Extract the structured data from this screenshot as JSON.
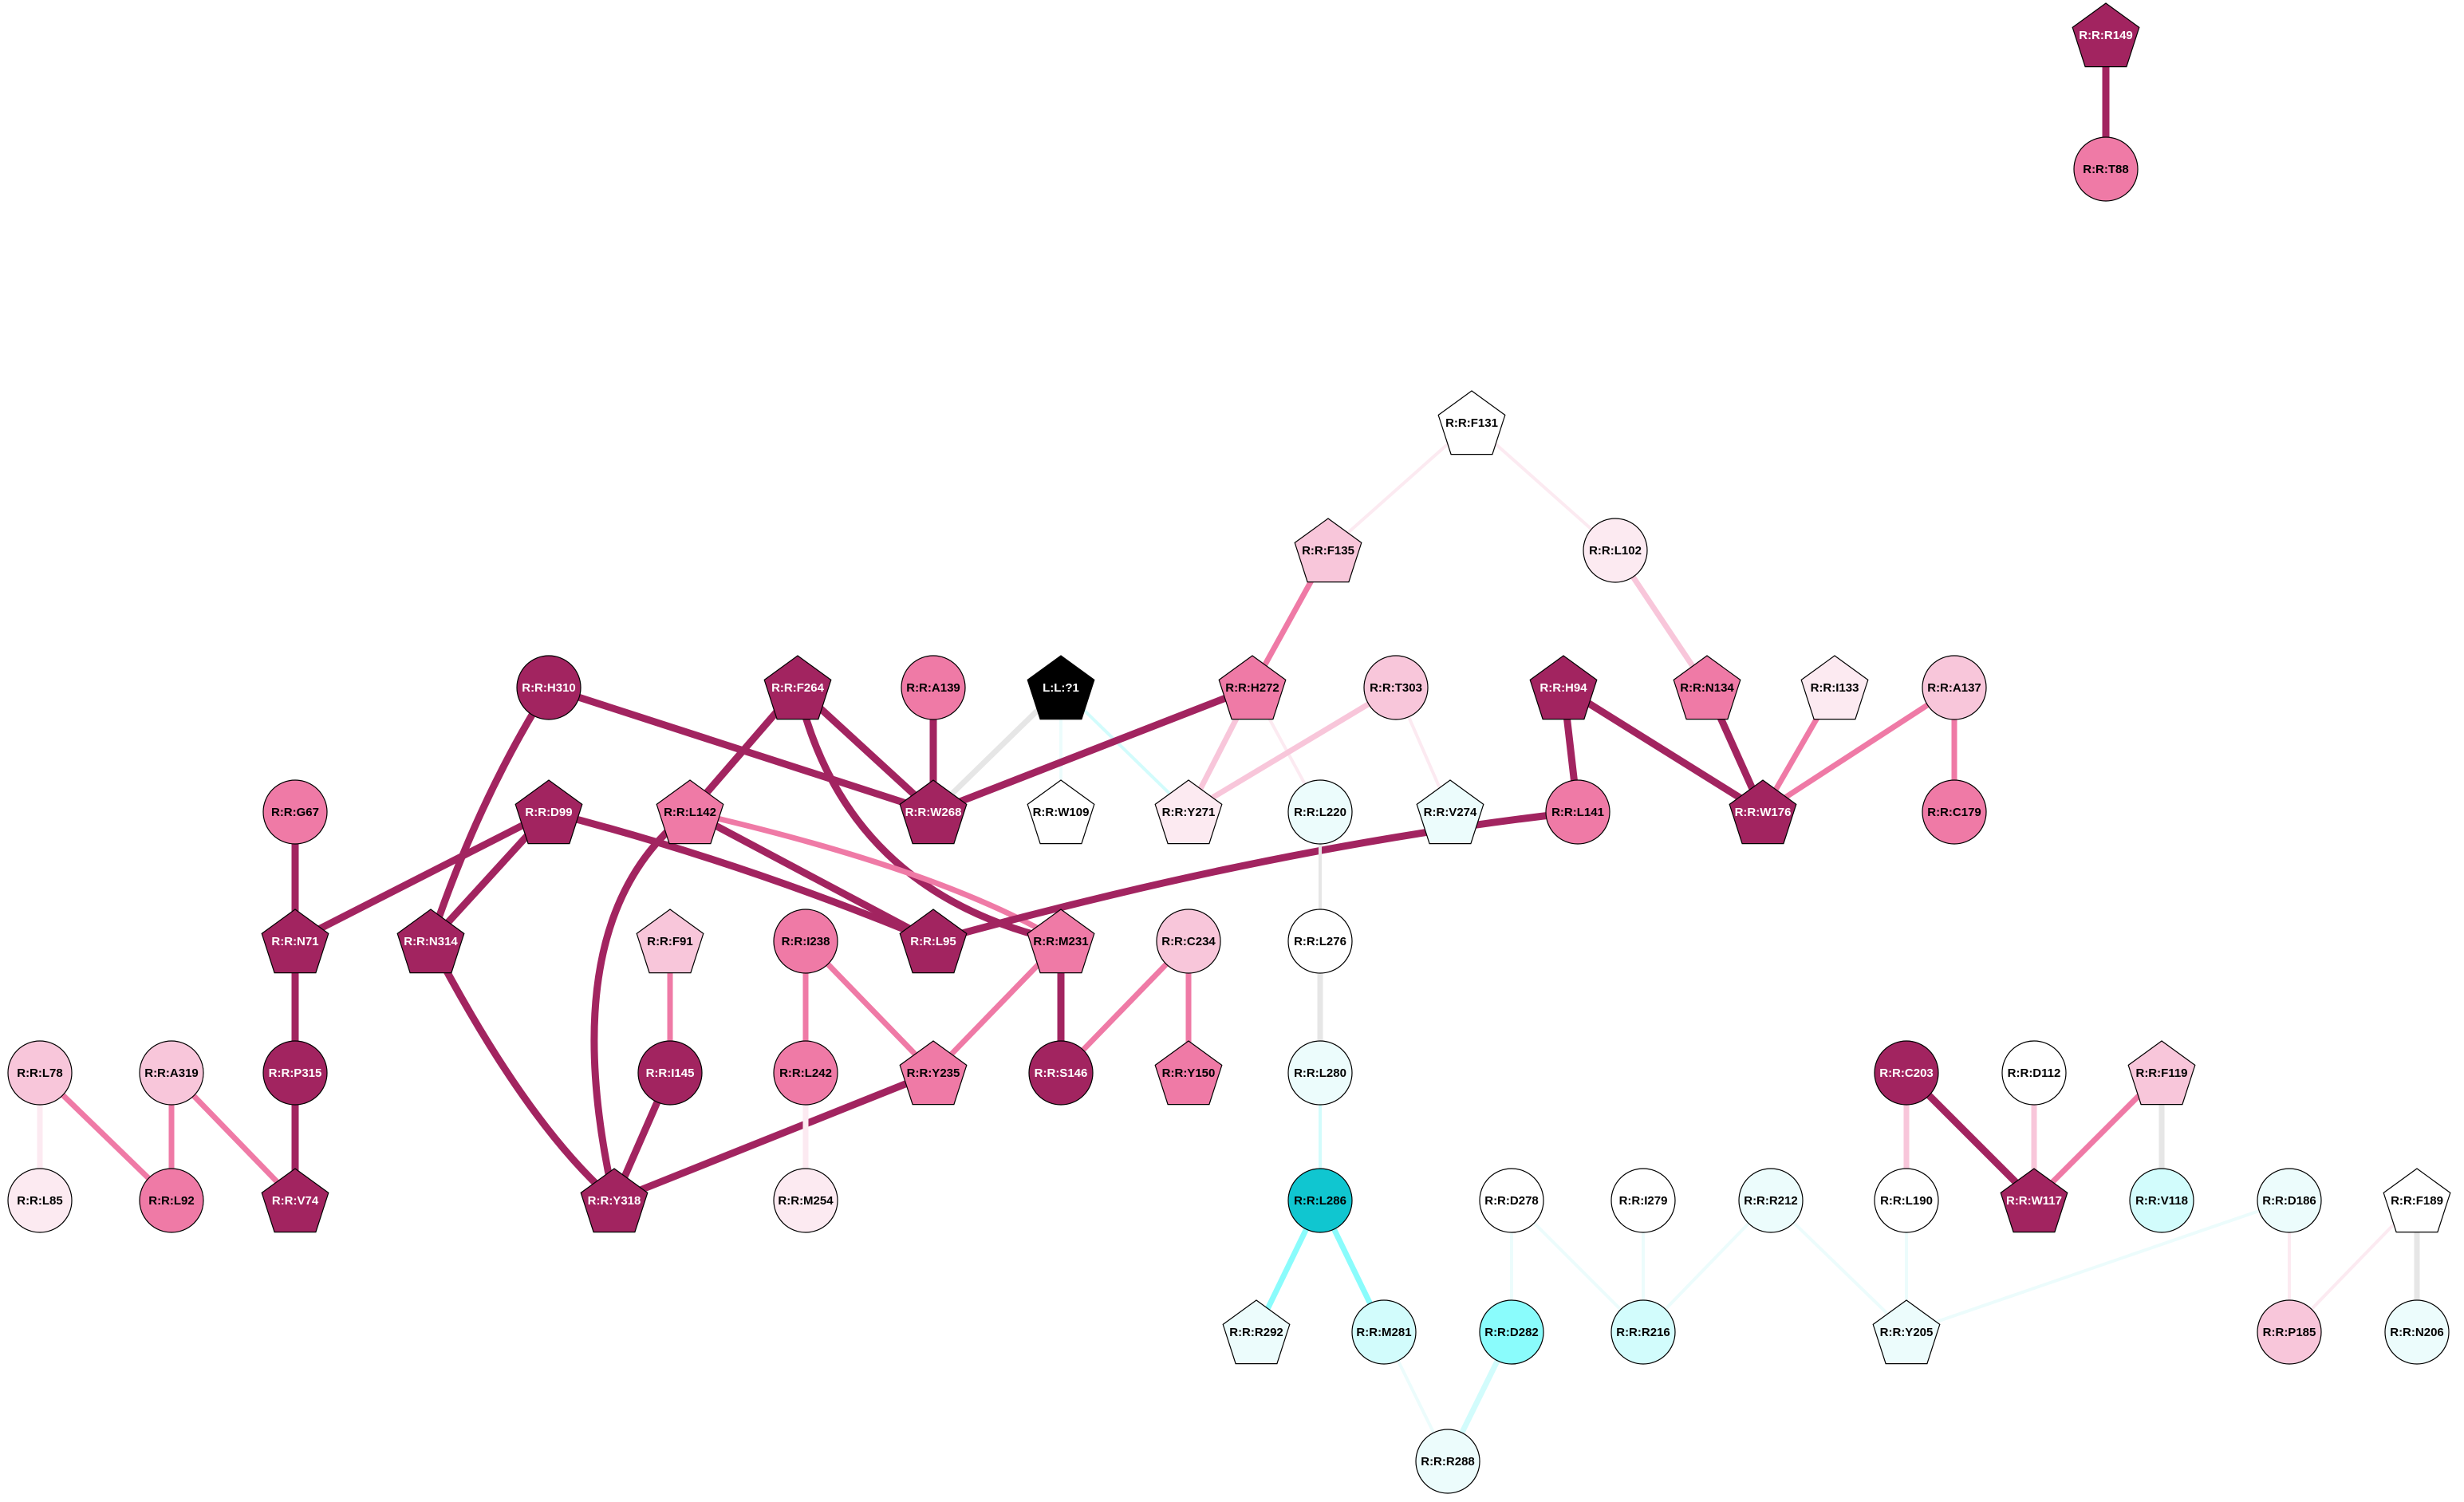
{
  "colors": {
    "dark": "#a22460",
    "mid": "#ef7aa6",
    "light": "#f8c6da",
    "pale": "#fceaf1",
    "white": "#ffffff",
    "black": "#000000",
    "cyan_pale": "#ecfcfc",
    "cyan_light": "#d2fcfc",
    "cyan_mid": "#8afcfc",
    "cyan_dark": "#10c6d0",
    "gray": "#e6e6e6"
  },
  "nodes": [
    {
      "id": "R149",
      "label": "R:R:R149",
      "shape": "pentagon",
      "fill": "dark",
      "text": "white"
    },
    {
      "id": "T88",
      "label": "R:R:T88",
      "shape": "circle",
      "fill": "mid",
      "text": "black"
    },
    {
      "id": "F131",
      "label": "R:R:F131",
      "shape": "pentagon",
      "fill": "white",
      "text": "black"
    },
    {
      "id": "F135",
      "label": "R:R:F135",
      "shape": "pentagon",
      "fill": "light",
      "text": "black"
    },
    {
      "id": "L102",
      "label": "R:R:L102",
      "shape": "circle",
      "fill": "pale",
      "text": "black"
    },
    {
      "id": "H310",
      "label": "R:R:H310",
      "shape": "circle",
      "fill": "dark",
      "text": "white"
    },
    {
      "id": "F264",
      "label": "R:R:F264",
      "shape": "pentagon",
      "fill": "dark",
      "text": "white"
    },
    {
      "id": "A139",
      "label": "R:R:A139",
      "shape": "circle",
      "fill": "mid",
      "text": "black"
    },
    {
      "id": "L71",
      "label": "L:L:?1",
      "shape": "pentagon",
      "fill": "black",
      "text": "white"
    },
    {
      "id": "H272",
      "label": "R:R:H272",
      "shape": "pentagon",
      "fill": "mid",
      "text": "black"
    },
    {
      "id": "T303",
      "label": "R:R:T303",
      "shape": "circle",
      "fill": "light",
      "text": "black"
    },
    {
      "id": "H94",
      "label": "R:R:H94",
      "shape": "pentagon",
      "fill": "dark",
      "text": "white"
    },
    {
      "id": "N134",
      "label": "R:R:N134",
      "shape": "pentagon",
      "fill": "mid",
      "text": "black"
    },
    {
      "id": "I133",
      "label": "R:R:I133",
      "shape": "pentagon",
      "fill": "pale",
      "text": "black"
    },
    {
      "id": "A137",
      "label": "R:R:A137",
      "shape": "circle",
      "fill": "light",
      "text": "black"
    },
    {
      "id": "G67",
      "label": "R:R:G67",
      "shape": "circle",
      "fill": "mid",
      "text": "black"
    },
    {
      "id": "D99",
      "label": "R:R:D99",
      "shape": "pentagon",
      "fill": "dark",
      "text": "white"
    },
    {
      "id": "L142",
      "label": "R:R:L142",
      "shape": "pentagon",
      "fill": "mid",
      "text": "black"
    },
    {
      "id": "W268",
      "label": "R:R:W268",
      "shape": "pentagon",
      "fill": "dark",
      "text": "white"
    },
    {
      "id": "W109",
      "label": "R:R:W109",
      "shape": "pentagon",
      "fill": "white",
      "text": "black"
    },
    {
      "id": "Y271",
      "label": "R:R:Y271",
      "shape": "pentagon",
      "fill": "pale",
      "text": "black"
    },
    {
      "id": "L220",
      "label": "R:R:L220",
      "shape": "circle",
      "fill": "cyan_pale",
      "text": "black"
    },
    {
      "id": "V274",
      "label": "R:R:V274",
      "shape": "pentagon",
      "fill": "cyan_pale",
      "text": "black"
    },
    {
      "id": "L141",
      "label": "R:R:L141",
      "shape": "circle",
      "fill": "mid",
      "text": "black"
    },
    {
      "id": "W176",
      "label": "R:R:W176",
      "shape": "pentagon",
      "fill": "dark",
      "text": "white"
    },
    {
      "id": "C179",
      "label": "R:R:C179",
      "shape": "circle",
      "fill": "mid",
      "text": "black"
    },
    {
      "id": "N71",
      "label": "R:R:N71",
      "shape": "pentagon",
      "fill": "dark",
      "text": "white"
    },
    {
      "id": "N314",
      "label": "R:R:N314",
      "shape": "pentagon",
      "fill": "dark",
      "text": "white"
    },
    {
      "id": "F91",
      "label": "R:R:F91",
      "shape": "pentagon",
      "fill": "light",
      "text": "black"
    },
    {
      "id": "I238",
      "label": "R:R:I238",
      "shape": "circle",
      "fill": "mid",
      "text": "black"
    },
    {
      "id": "L95",
      "label": "R:R:L95",
      "shape": "pentagon",
      "fill": "dark",
      "text": "white"
    },
    {
      "id": "M231",
      "label": "R:R:M231",
      "shape": "pentagon",
      "fill": "mid",
      "text": "black"
    },
    {
      "id": "C234",
      "label": "R:R:C234",
      "shape": "circle",
      "fill": "light",
      "text": "black"
    },
    {
      "id": "L276",
      "label": "R:R:L276",
      "shape": "circle",
      "fill": "white",
      "text": "black"
    },
    {
      "id": "L78",
      "label": "R:R:L78",
      "shape": "circle",
      "fill": "light",
      "text": "black"
    },
    {
      "id": "A319",
      "label": "R:R:A319",
      "shape": "circle",
      "fill": "light",
      "text": "black"
    },
    {
      "id": "P315",
      "label": "R:R:P315",
      "shape": "circle",
      "fill": "dark",
      "text": "white"
    },
    {
      "id": "I145",
      "label": "R:R:I145",
      "shape": "circle",
      "fill": "dark",
      "text": "white"
    },
    {
      "id": "L242",
      "label": "R:R:L242",
      "shape": "circle",
      "fill": "mid",
      "text": "black"
    },
    {
      "id": "Y235",
      "label": "R:R:Y235",
      "shape": "pentagon",
      "fill": "mid",
      "text": "black"
    },
    {
      "id": "S146",
      "label": "R:R:S146",
      "shape": "circle",
      "fill": "dark",
      "text": "white"
    },
    {
      "id": "Y150",
      "label": "R:R:Y150",
      "shape": "pentagon",
      "fill": "mid",
      "text": "black"
    },
    {
      "id": "L280",
      "label": "R:R:L280",
      "shape": "circle",
      "fill": "cyan_pale",
      "text": "black"
    },
    {
      "id": "C203",
      "label": "R:R:C203",
      "shape": "circle",
      "fill": "dark",
      "text": "white"
    },
    {
      "id": "D112",
      "label": "R:R:D112",
      "shape": "circle",
      "fill": "white",
      "text": "black"
    },
    {
      "id": "F119",
      "label": "R:R:F119",
      "shape": "pentagon",
      "fill": "light",
      "text": "black"
    },
    {
      "id": "L85",
      "label": "R:R:L85",
      "shape": "circle",
      "fill": "pale",
      "text": "black"
    },
    {
      "id": "L92",
      "label": "R:R:L92",
      "shape": "circle",
      "fill": "mid",
      "text": "black"
    },
    {
      "id": "V74",
      "label": "R:R:V74",
      "shape": "pentagon",
      "fill": "dark",
      "text": "white"
    },
    {
      "id": "Y318",
      "label": "R:R:Y318",
      "shape": "pentagon",
      "fill": "dark",
      "text": "white"
    },
    {
      "id": "M254",
      "label": "R:R:M254",
      "shape": "circle",
      "fill": "pale",
      "text": "black"
    },
    {
      "id": "L286",
      "label": "R:R:L286",
      "shape": "circle",
      "fill": "cyan_dark",
      "text": "black"
    },
    {
      "id": "D278",
      "label": "R:R:D278",
      "shape": "circle",
      "fill": "white",
      "text": "black"
    },
    {
      "id": "I279",
      "label": "R:R:I279",
      "shape": "circle",
      "fill": "white",
      "text": "black"
    },
    {
      "id": "R212",
      "label": "R:R:R212",
      "shape": "circle",
      "fill": "cyan_pale",
      "text": "black"
    },
    {
      "id": "L190",
      "label": "R:R:L190",
      "shape": "circle",
      "fill": "white",
      "text": "black"
    },
    {
      "id": "W117",
      "label": "R:R:W117",
      "shape": "pentagon",
      "fill": "dark",
      "text": "white"
    },
    {
      "id": "V118",
      "label": "R:R:V118",
      "shape": "circle",
      "fill": "cyan_light",
      "text": "black"
    },
    {
      "id": "D186",
      "label": "R:R:D186",
      "shape": "circle",
      "fill": "cyan_pale",
      "text": "black"
    },
    {
      "id": "F189",
      "label": "R:R:F189",
      "shape": "pentagon",
      "fill": "white",
      "text": "black"
    },
    {
      "id": "R292",
      "label": "R:R:R292",
      "shape": "pentagon",
      "fill": "cyan_pale",
      "text": "black"
    },
    {
      "id": "M281",
      "label": "R:R:M281",
      "shape": "circle",
      "fill": "cyan_light",
      "text": "black"
    },
    {
      "id": "D282",
      "label": "R:R:D282",
      "shape": "circle",
      "fill": "cyan_mid",
      "text": "black"
    },
    {
      "id": "R216",
      "label": "R:R:R216",
      "shape": "circle",
      "fill": "cyan_light",
      "text": "black"
    },
    {
      "id": "Y205",
      "label": "R:R:Y205",
      "shape": "pentagon",
      "fill": "cyan_pale",
      "text": "black"
    },
    {
      "id": "P185",
      "label": "R:R:P185",
      "shape": "circle",
      "fill": "light",
      "text": "black"
    },
    {
      "id": "N206",
      "label": "R:R:N206",
      "shape": "circle",
      "fill": "cyan_pale",
      "text": "black"
    },
    {
      "id": "R288",
      "label": "R:R:R288",
      "shape": "circle",
      "fill": "cyan_pale",
      "text": "black"
    }
  ],
  "edges": [
    {
      "from": "R149",
      "to": "T88",
      "color": "dark",
      "weight": 3
    },
    {
      "from": "F131",
      "to": "F135",
      "color": "pale",
      "weight": 1
    },
    {
      "from": "F131",
      "to": "L102",
      "color": "pale",
      "weight": 1
    },
    {
      "from": "F135",
      "to": "H272",
      "color": "mid",
      "weight": 2
    },
    {
      "from": "L102",
      "to": "N134",
      "color": "light",
      "weight": 2
    },
    {
      "from": "H310",
      "to": "W268",
      "color": "dark",
      "weight": 3
    },
    {
      "from": "H310",
      "to": "N314",
      "color": "dark",
      "weight": 3
    },
    {
      "from": "F264",
      "to": "W268",
      "color": "dark",
      "weight": 3
    },
    {
      "from": "F264",
      "to": "L142",
      "color": "dark",
      "weight": 3
    },
    {
      "from": "F264",
      "to": "M231",
      "color": "dark",
      "weight": 3
    },
    {
      "from": "A139",
      "to": "W268",
      "color": "dark",
      "weight": 3
    },
    {
      "from": "L71",
      "to": "W268",
      "color": "gray",
      "weight": 2
    },
    {
      "from": "L71",
      "to": "W109",
      "color": "cyan_pale",
      "weight": 1
    },
    {
      "from": "L71",
      "to": "Y271",
      "color": "cyan_light",
      "weight": 1
    },
    {
      "from": "H272",
      "to": "W268",
      "color": "dark",
      "weight": 3
    },
    {
      "from": "H272",
      "to": "Y271",
      "color": "light",
      "weight": 2
    },
    {
      "from": "H272",
      "to": "L220",
      "color": "pale",
      "weight": 1
    },
    {
      "from": "T303",
      "to": "Y271",
      "color": "light",
      "weight": 2
    },
    {
      "from": "T303",
      "to": "V274",
      "color": "pale",
      "weight": 1
    },
    {
      "from": "H94",
      "to": "L141",
      "color": "dark",
      "weight": 3
    },
    {
      "from": "H94",
      "to": "W176",
      "color": "dark",
      "weight": 3
    },
    {
      "from": "N134",
      "to": "W176",
      "color": "dark",
      "weight": 3
    },
    {
      "from": "I133",
      "to": "W176",
      "color": "mid",
      "weight": 2
    },
    {
      "from": "A137",
      "to": "W176",
      "color": "mid",
      "weight": 2
    },
    {
      "from": "A137",
      "to": "C179",
      "color": "mid",
      "weight": 2
    },
    {
      "from": "G67",
      "to": "N71",
      "color": "dark",
      "weight": 3
    },
    {
      "from": "D99",
      "to": "N71",
      "color": "dark",
      "weight": 3
    },
    {
      "from": "D99",
      "to": "N314",
      "color": "dark",
      "weight": 3
    },
    {
      "from": "D99",
      "to": "L95",
      "color": "dark",
      "weight": 3
    },
    {
      "from": "L142",
      "to": "L95",
      "color": "dark",
      "weight": 3
    },
    {
      "from": "L142",
      "to": "M231",
      "color": "mid",
      "weight": 2
    },
    {
      "from": "L142",
      "to": "Y318",
      "color": "dark",
      "weight": 3
    },
    {
      "from": "L141",
      "to": "L95",
      "color": "dark",
      "weight": 3
    },
    {
      "from": "L220",
      "to": "L276",
      "color": "gray",
      "weight": 1
    },
    {
      "from": "L276",
      "to": "L280",
      "color": "gray",
      "weight": 2
    },
    {
      "from": "L280",
      "to": "L286",
      "color": "cyan_light",
      "weight": 1
    },
    {
      "from": "N71",
      "to": "P315",
      "color": "dark",
      "weight": 3
    },
    {
      "from": "P315",
      "to": "V74",
      "color": "dark",
      "weight": 3
    },
    {
      "from": "N314",
      "to": "Y318",
      "color": "dark",
      "weight": 3
    },
    {
      "from": "F91",
      "to": "I145",
      "color": "mid",
      "weight": 2
    },
    {
      "from": "I145",
      "to": "Y318",
      "color": "dark",
      "weight": 3
    },
    {
      "from": "I238",
      "to": "L242",
      "color": "mid",
      "weight": 2
    },
    {
      "from": "I238",
      "to": "Y235",
      "color": "mid",
      "weight": 2
    },
    {
      "from": "M231",
      "to": "Y235",
      "color": "mid",
      "weight": 2
    },
    {
      "from": "M231",
      "to": "S146",
      "color": "dark",
      "weight": 3
    },
    {
      "from": "C234",
      "to": "S146",
      "color": "mid",
      "weight": 2
    },
    {
      "from": "C234",
      "to": "Y150",
      "color": "mid",
      "weight": 2
    },
    {
      "from": "Y235",
      "to": "Y318",
      "color": "dark",
      "weight": 3
    },
    {
      "from": "L242",
      "to": "M254",
      "color": "pale",
      "weight": 2
    },
    {
      "from": "L78",
      "to": "L85",
      "color": "pale",
      "weight": 2
    },
    {
      "from": "A319",
      "to": "L92",
      "color": "mid",
      "weight": 2
    },
    {
      "from": "A319",
      "to": "V74",
      "color": "mid",
      "weight": 2
    },
    {
      "from": "L92",
      "to": "L78",
      "color": "mid",
      "weight": 2
    },
    {
      "from": "C203",
      "to": "L190",
      "color": "light",
      "weight": 2
    },
    {
      "from": "C203",
      "to": "W117",
      "color": "dark",
      "weight": 3
    },
    {
      "from": "D112",
      "to": "W117",
      "color": "light",
      "weight": 2
    },
    {
      "from": "F119",
      "to": "W117",
      "color": "mid",
      "weight": 2
    },
    {
      "from": "F119",
      "to": "V118",
      "color": "gray",
      "weight": 2
    },
    {
      "from": "L286",
      "to": "R292",
      "color": "cyan_mid",
      "weight": 2
    },
    {
      "from": "L286",
      "to": "M281",
      "color": "cyan_mid",
      "weight": 2
    },
    {
      "from": "M281",
      "to": "R288",
      "color": "cyan_pale",
      "weight": 1
    },
    {
      "from": "D278",
      "to": "D282",
      "color": "cyan_pale",
      "weight": 1
    },
    {
      "from": "D278",
      "to": "R216",
      "color": "cyan_pale",
      "weight": 1
    },
    {
      "from": "D282",
      "to": "R288",
      "color": "cyan_light",
      "weight": 2
    },
    {
      "from": "I279",
      "to": "R216",
      "color": "cyan_pale",
      "weight": 1
    },
    {
      "from": "R212",
      "to": "R216",
      "color": "cyan_pale",
      "weight": 1
    },
    {
      "from": "R212",
      "to": "Y205",
      "color": "cyan_pale",
      "weight": 1
    },
    {
      "from": "L190",
      "to": "Y205",
      "color": "cyan_pale",
      "weight": 1
    },
    {
      "from": "D186",
      "to": "Y205",
      "color": "cyan_pale",
      "weight": 1
    },
    {
      "from": "D186",
      "to": "P185",
      "color": "pale",
      "weight": 1
    },
    {
      "from": "F189",
      "to": "P185",
      "color": "pale",
      "weight": 1
    },
    {
      "from": "F189",
      "to": "N206",
      "color": "gray",
      "weight": 2
    }
  ]
}
